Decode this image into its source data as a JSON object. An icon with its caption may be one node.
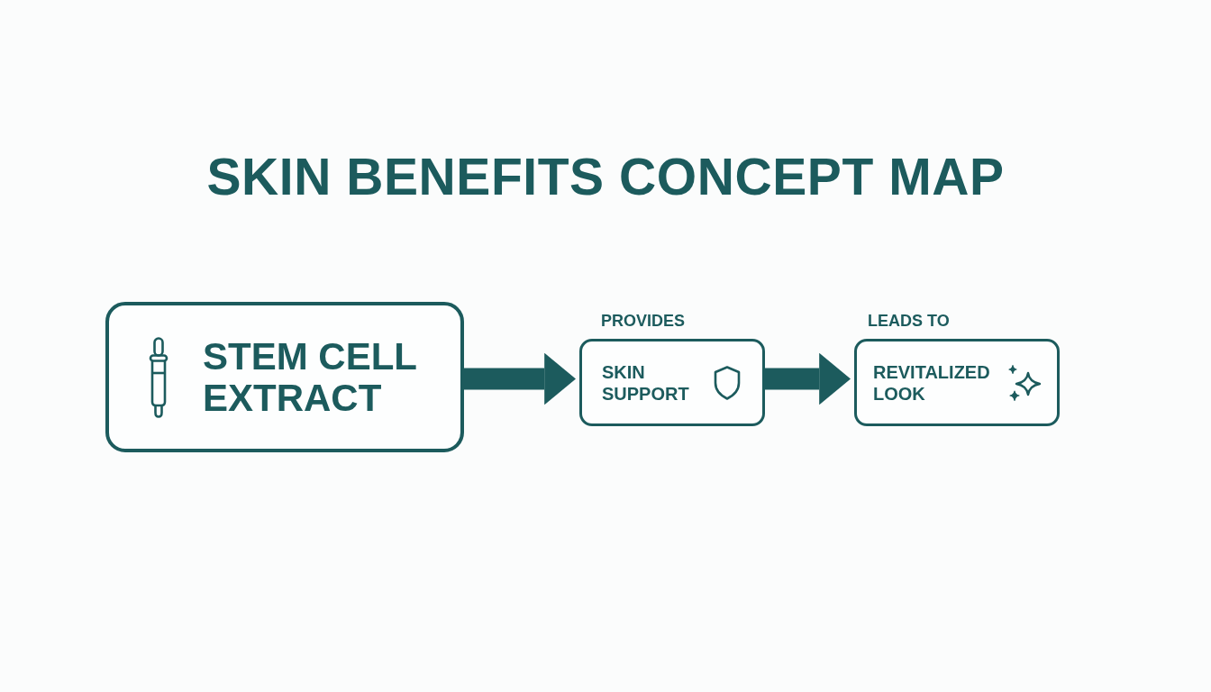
{
  "diagram": {
    "title": "SKIN BENEFITS CONCEPT MAP",
    "nodes": [
      {
        "text": [
          "STEM CELL EXTRACT"
        ]
      },
      {
        "text": [
          "SKIN SUPPORT"
        ],
        "beside": [
          "PROVIDES"
        ]
      },
      {
        "text": [
          "REVITALIZED LOOK"
        ],
        "beside": [
          "LEADS TO"
        ]
      }
    ],
    "edges": [
      {
        "from": 0,
        "to": 1,
        "arrow": "to"
      },
      {
        "from": 1,
        "to": 2,
        "arrow": "to"
      }
    ]
  }
}
